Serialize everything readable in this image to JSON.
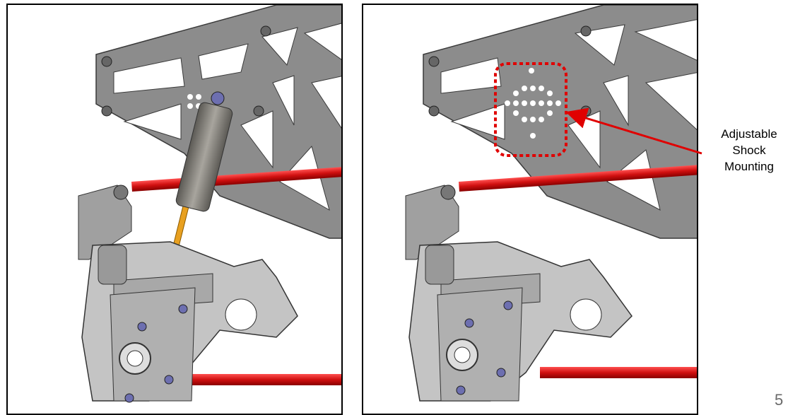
{
  "callout": {
    "line1": "Adjustable",
    "line2": "Shock",
    "line3": "Mounting"
  },
  "page_number": "5",
  "colors": {
    "frame": "#8a8a8a",
    "frame_dark": "#5e5e5e",
    "rod": "#e01818",
    "shock_body": "#7a7872",
    "shock_shaft": "#f0a020",
    "highlight": "#e00000",
    "bolt": "#6d6fb0"
  },
  "panels": [
    {
      "name": "with-shock",
      "shows_shock": true
    },
    {
      "name": "without-shock",
      "shows_shock": false
    }
  ]
}
